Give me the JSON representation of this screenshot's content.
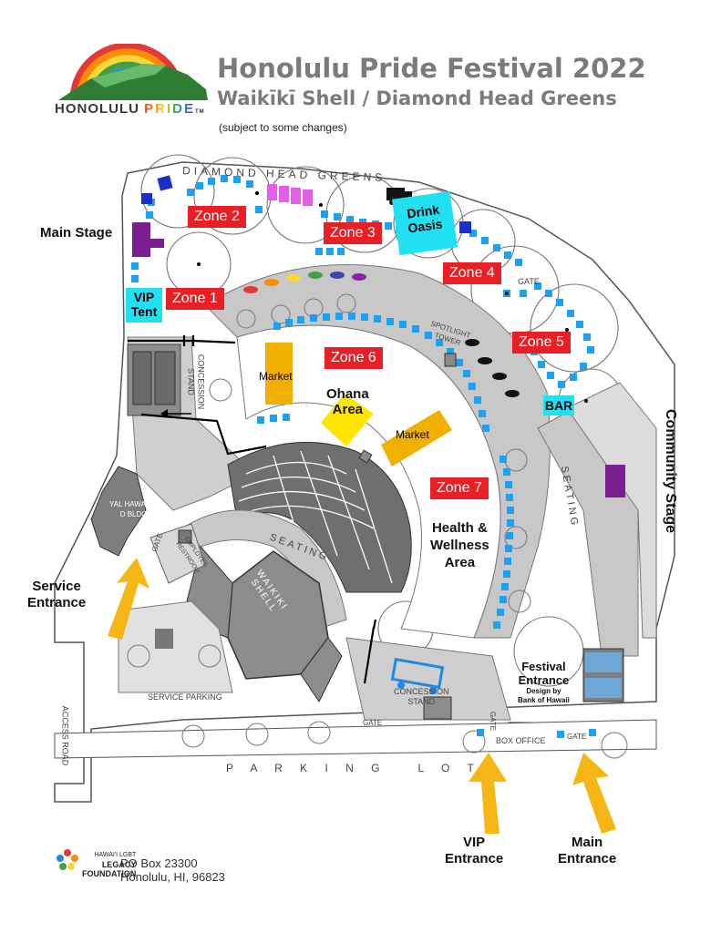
{
  "header": {
    "title": "Honolulu Pride Festival 2022",
    "subtitle": "Waikīkī Shell / Diamond Head Greens",
    "note": "(subject to some changes)"
  },
  "logo": {
    "word1": "HONOLULU",
    "word2": "PRIDE",
    "tm": "TM"
  },
  "zones": {
    "z1": "Zone 1",
    "z2": "Zone 2",
    "z3": "Zone 3",
    "z4": "Zone 4",
    "z5": "Zone 5",
    "z6": "Zone 6",
    "z7": "Zone 7"
  },
  "areas": {
    "main_stage": "Main Stage",
    "vip_tent_1": "VIP",
    "vip_tent_2": "Tent",
    "drink_oasis_1": "Drink",
    "drink_oasis_2": "Oasis",
    "bar": "BAR",
    "community_stage": "Community Stage",
    "market_left": "Market",
    "market_right": "Market",
    "ohana_1": "Ohana",
    "ohana_2": "Area",
    "health_1": "Health &",
    "health_2": "Wellness",
    "health_3": "Area",
    "festival_entrance_1": "Festival",
    "festival_entrance_2": "Entrance",
    "design_1": "Design by",
    "design_2": "Bank of Hawaii"
  },
  "entrances": {
    "service_1": "Service",
    "service_2": "Entrance",
    "vip_1": "VIP",
    "vip_2": "Entrance",
    "main_1": "Main",
    "main_2": "Entrance"
  },
  "map_labels": {
    "diamond_head_greens": "DIAMOND HEAD GREENS",
    "gate_top": "GATE",
    "spotlight_1": "SPOTLIGHT",
    "spotlight_2": "TOWER",
    "concession_stand_1_a": "CONCESSION",
    "concession_stand_1_b": "STAND",
    "concession_stand_2_a": "CONCESSION",
    "concession_stand_2_b": "STAND",
    "seating_inner": "SEATING",
    "seating_right": "SEATING",
    "waikiki_shell_1": "WAIKIKI",
    "waikiki_shell_2": "SHELL",
    "royal_hawaiian_1": "YAL HAWAIIAN",
    "royal_hawaiian_2": "D BLDG.",
    "employee_1": "EMPLOYEE",
    "employee_2": "RESTROOM",
    "gate_service": "GATE",
    "service_parking": "SERVICE PARKING",
    "access_road": "ACCESS ROAD",
    "gate_bottom": "GATE",
    "gate_vip": "GATE",
    "box_office": "BOX OFFICE",
    "gate_main": "GATE",
    "parking_lot": "P A R K I N G   L O T"
  },
  "footer": {
    "org_1": "HAWAI'I LGBT",
    "org_2": "LEGACY",
    "org_3": "FOUNDATION",
    "addr_1": "PO Box 23300",
    "addr_2": "Honolulu, HI, 96823"
  },
  "colors": {
    "zone_red": "#e81f25",
    "cyan": "#1fe1f2",
    "market": "#f1b000",
    "ohana": "#ffe600",
    "arrow": "#f6b716",
    "dot_blue": "#1da1f2",
    "stage_purple": "#7a1f8f",
    "magenta": "#e45fe8",
    "navy": "#1c2ec9"
  }
}
